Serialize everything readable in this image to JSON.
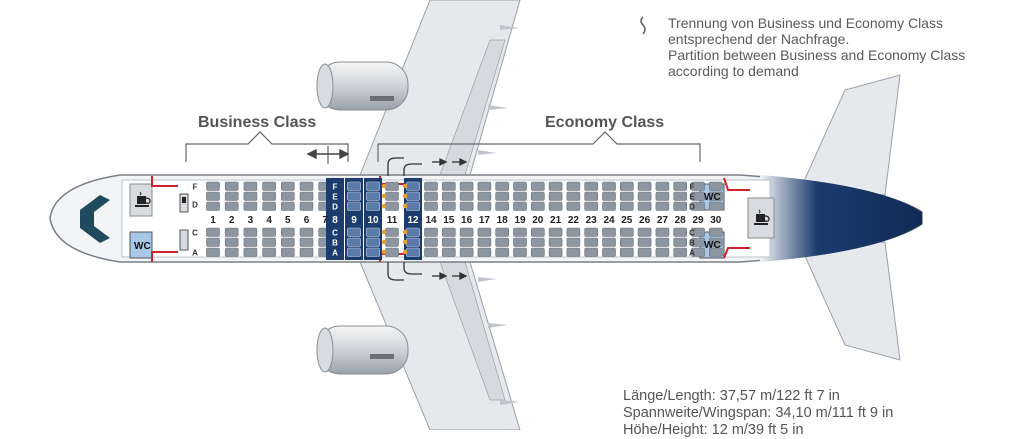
{
  "legend": {
    "partition_text_de": "Trennung von Business und Economy Class entsprechend der Nachfrage.",
    "partition_text_en": "Partition between Business and Economy Class according to demand",
    "partition_icon": "wavy-line-icon"
  },
  "cabin": {
    "business_label": "Business Class",
    "economy_label": "Economy Class",
    "rows": [
      "1",
      "2",
      "3",
      "4",
      "5",
      "6",
      "7",
      "8",
      "9",
      "10",
      "11",
      "12",
      "14",
      "15",
      "16",
      "17",
      "18",
      "19",
      "20",
      "21",
      "22",
      "23",
      "24",
      "25",
      "26",
      "27",
      "28",
      "29",
      "30"
    ],
    "seat_letters_top": [
      "F",
      "E",
      "D"
    ],
    "seat_letters_bottom": [
      "C",
      "B",
      "A"
    ],
    "front_letters_top": [
      "F",
      "D"
    ],
    "front_letters_bottom": [
      "C",
      "A"
    ],
    "wc_label": "WC",
    "highlight_rows": [
      "8",
      "9",
      "10",
      "12"
    ],
    "icons": [
      "coffee-icon",
      "exit-arrow-icon",
      "partition-arrow-icon"
    ]
  },
  "specs": {
    "length": "Länge/Length: 37,57 m/122 ft 7 in",
    "wingspan": "Spannweite/Wingspan: 34,10 m/111 ft 9 in",
    "height": "Höhe/Height: 12 m/39 ft 5 in"
  },
  "colors": {
    "fuselage": "#f2f4f6",
    "seat": "#8c96a0",
    "highlight": "#1c3c6e",
    "tail": "#0f2a55",
    "exit": "#d0202c",
    "emergency": "#f0a020",
    "wc": "#a8c8e8"
  }
}
